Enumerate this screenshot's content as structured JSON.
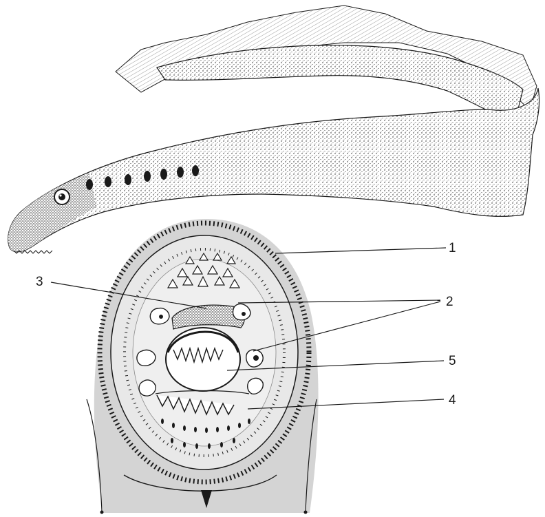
{
  "figure": {
    "subject": "lamprey",
    "views": [
      "side-view-whole-body",
      "oral-disc-front-view"
    ],
    "ink_color": "#1a1a1a",
    "shading_color": "#d4d4d4",
    "paper_color": "#ffffff"
  },
  "callouts": [
    {
      "id": "label-1",
      "text": "1"
    },
    {
      "id": "label-2",
      "text": "2"
    },
    {
      "id": "label-3",
      "text": "3"
    },
    {
      "id": "label-4",
      "text": "4"
    },
    {
      "id": "label-5",
      "text": "5"
    }
  ],
  "gill_openings_count": 7
}
